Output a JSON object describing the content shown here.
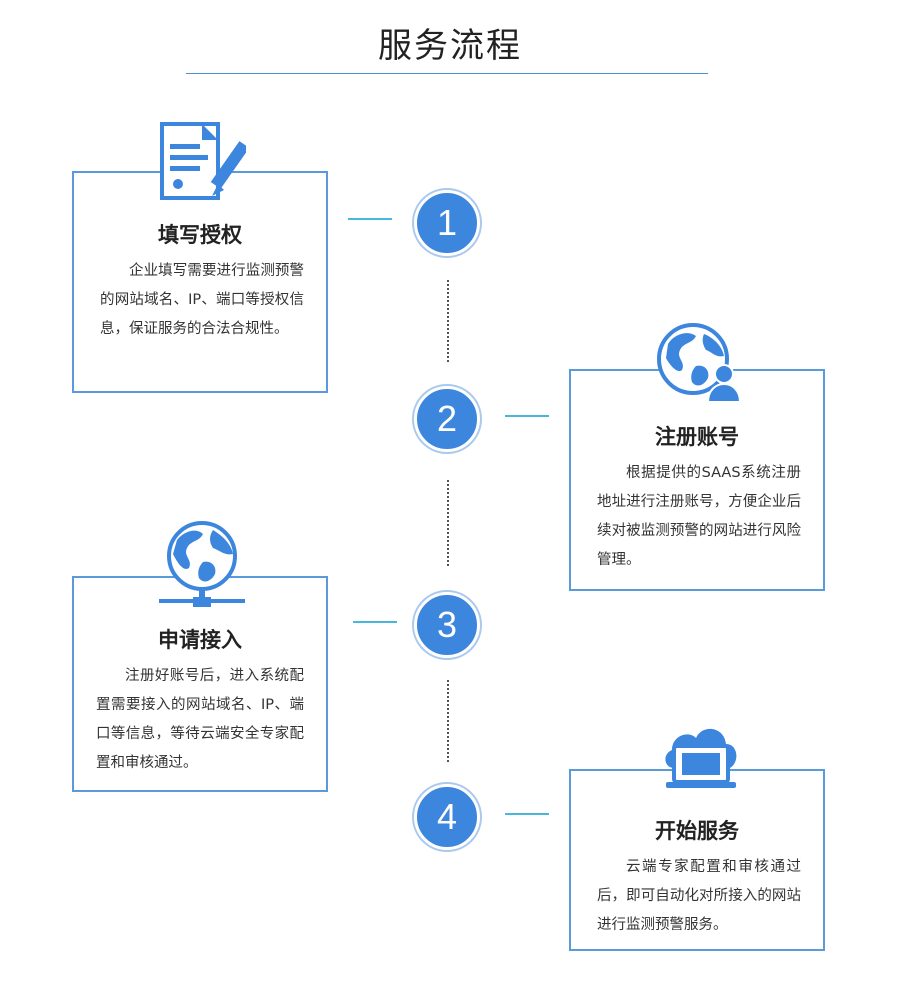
{
  "header": {
    "title": "服务流程"
  },
  "steps": [
    {
      "number": "1",
      "title": "填写授权",
      "desc": "企业填写需要进行监测预警的网站域名、IP、端口等授权信息，保证服务的合法合规性。"
    },
    {
      "number": "2",
      "title": "注册账号",
      "desc": "根据提供的SAAS系统注册地址进行注册账号，方便企业后续对被监测预警的网站进行风险管理。"
    },
    {
      "number": "3",
      "title": "申请接入",
      "desc": "注册好账号后，进入系统配置需要接入的网站域名、IP、端口等信息，等待云端安全专家配置和审核通过。"
    },
    {
      "number": "4",
      "title": "开始服务",
      "desc": "云端专家配置和审核通过后，即可自动化对所接入的网站进行监测预警服务。"
    }
  ],
  "colors": {
    "primary": "#3d86de",
    "border": "#5b9ad8",
    "connector": "#48b6dd"
  }
}
